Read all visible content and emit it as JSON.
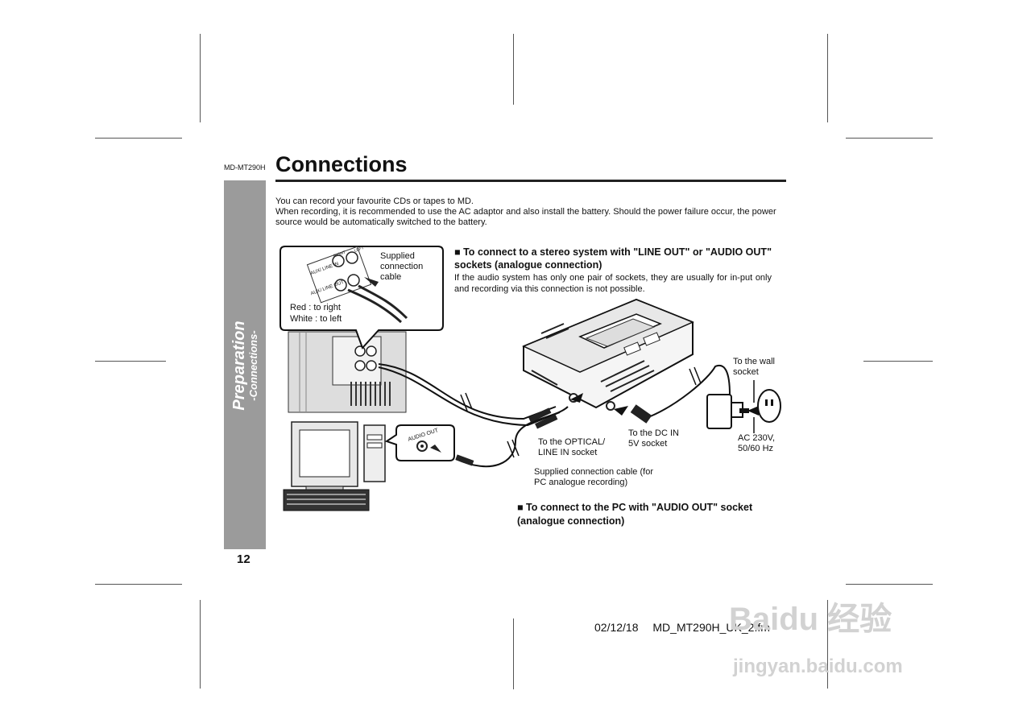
{
  "model": "MD-MT290H",
  "title": "Connections",
  "sidebar": {
    "section": "Preparation",
    "subsection": "-Connections-"
  },
  "page_number": "12",
  "intro": [
    "You can record your favourite CDs or tapes to MD.",
    "When recording, it is recommended to use the AC adaptor and also install the battery. Should the power failure occur, the power source would be automatically switched to the battery."
  ],
  "stereo": {
    "heading": "To connect to a stereo system with \"LINE OUT\" or \"AUDIO OUT\" sockets (analogue connection)",
    "note": "If the audio system has only one pair of sockets, they are usually for in-put only and recording via this connection is not possible."
  },
  "pc": {
    "heading": "To connect to the PC with \"AUDIO OUT\" socket (analogue connection)"
  },
  "callout": {
    "cable": "Supplied connection cable",
    "colors": [
      "Red : to right",
      "White : to left"
    ],
    "jack_labels": [
      "AUX/ LINE IN",
      "AUX/ LINE OUT",
      "RIGHT",
      "LEFT"
    ]
  },
  "labels": {
    "wall_socket": "To the wall socket",
    "ac": "AC 230V, 50/60 Hz",
    "dc_in": "To the DC IN 5V socket",
    "optical": "To the OPTICAL/ LINE IN socket",
    "pc_cable": "Supplied connection cable (for PC analogue recording)",
    "audio_out": "AUDIO OUT"
  },
  "footer": {
    "date": "02/12/18",
    "file": "MD_MT290H_UK_2.fm"
  },
  "watermark": {
    "brand": "Baidu 经验",
    "url": "jingyan.baidu.com"
  }
}
